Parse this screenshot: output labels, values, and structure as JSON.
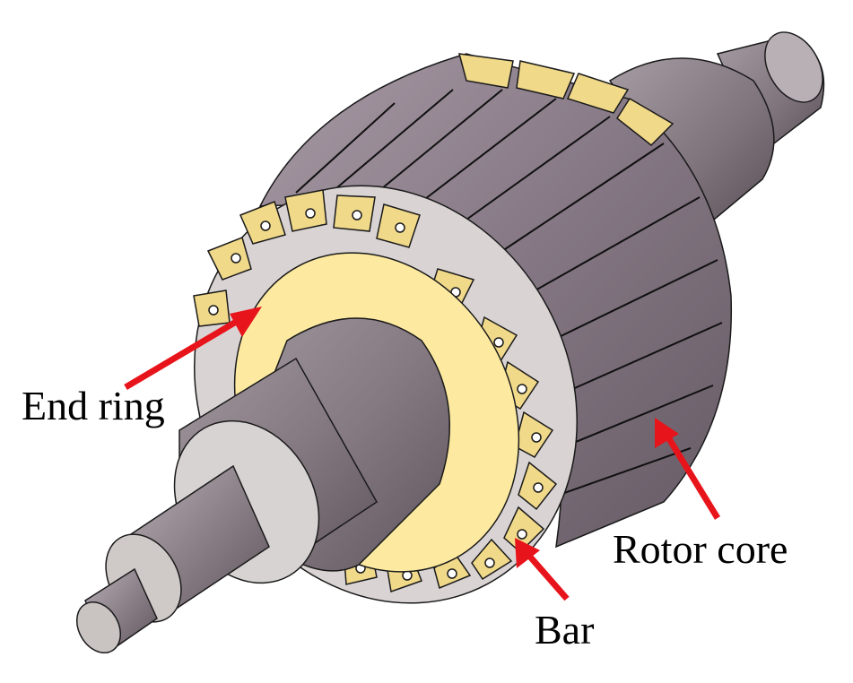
{
  "labels": {
    "end_ring": "End ring",
    "rotor_core": "Rotor core",
    "bar": "Bar"
  },
  "colors": {
    "arrow": "#e8141b",
    "core": "#7d6f7b",
    "core_light": "#9a8d98",
    "end_ring": "#fdeaa0",
    "bar_end": "#f1d98a",
    "shaft": "#8a7f86",
    "shaft_face": "#d7d3d2",
    "outline": "#1a1a1a"
  }
}
